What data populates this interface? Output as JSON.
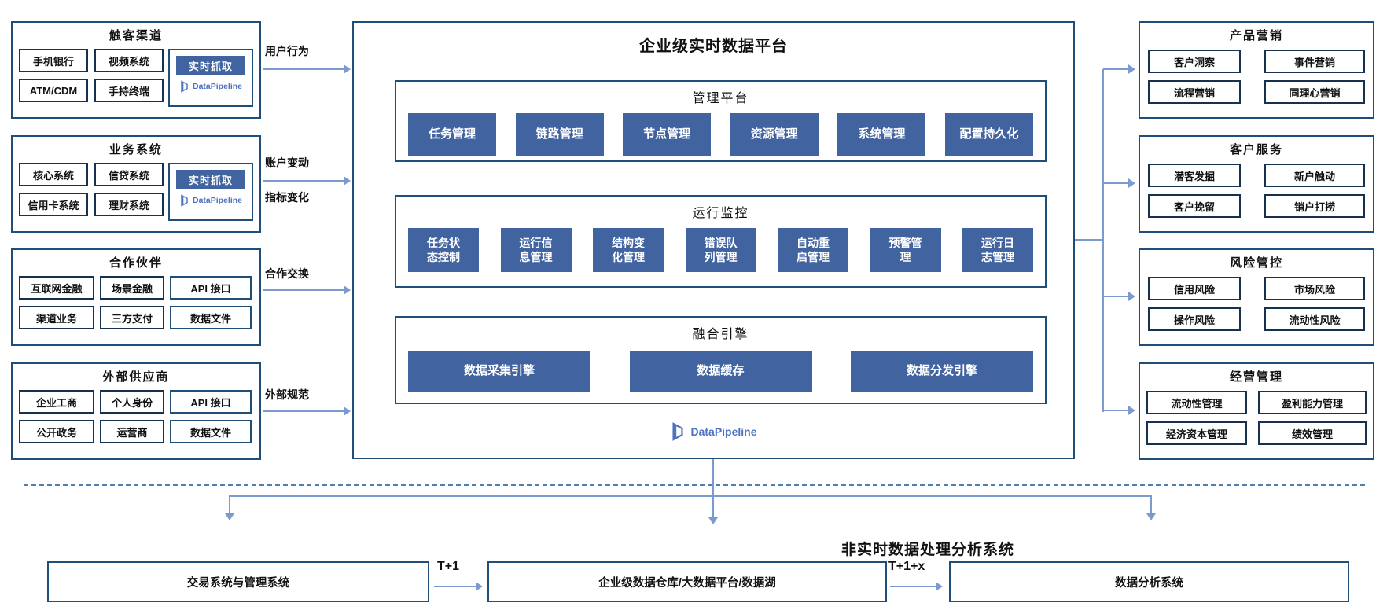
{
  "colors": {
    "panel_border": "#1f4e79",
    "item_border": "#16324f",
    "blue_fill": "#41639f",
    "arrow_blue": "#7d9ad0",
    "logo_blue": "#4e73c0",
    "dashed_blue": "#4d7fae"
  },
  "left_panels": [
    {
      "title": "触客渠道",
      "items": [
        "手机银行",
        "视频系统",
        "ATM/CDM",
        "手持终端"
      ],
      "capture_label": "实时抓取",
      "capture_logo": "DataPipeline"
    },
    {
      "title": "业务系统",
      "items": [
        "核心系统",
        "信贷系统",
        "信用卡系统",
        "理财系统"
      ],
      "capture_label": "实时抓取",
      "capture_logo": "DataPipeline"
    },
    {
      "title": "合作伙伴",
      "items": [
        "互联网金融",
        "场景金融",
        "渠道业务",
        "三方支付"
      ],
      "channels": [
        "API 接口",
        "数据文件"
      ]
    },
    {
      "title": "外部供应商",
      "items": [
        "企业工商",
        "个人身份",
        "公开政务",
        "运营商"
      ],
      "channels": [
        "API 接口",
        "数据文件"
      ]
    }
  ],
  "flow_labels": [
    "用户行为",
    "账户变动",
    "指标变化",
    "合作交换",
    "外部规范"
  ],
  "platform": {
    "title": "企业级实时数据平台",
    "logo_text": "DataPipeline",
    "sections": [
      {
        "title": "管理平台",
        "items": [
          "任务管理",
          "链路管理",
          "节点管理",
          "资源管理",
          "系统管理",
          "配置持久化"
        ]
      },
      {
        "title": "运行监控",
        "items": [
          [
            "任务状",
            "态控制"
          ],
          [
            "运行信",
            "息管理"
          ],
          [
            "结构变",
            "化管理"
          ],
          [
            "错误队",
            "列管理"
          ],
          [
            "自动重",
            "启管理"
          ],
          [
            "预警管",
            "理"
          ],
          [
            "运行日",
            "志管理"
          ]
        ]
      },
      {
        "title": "融合引擎",
        "items": [
          "数据采集引擎",
          "数据缓存",
          "数据分发引擎"
        ]
      }
    ]
  },
  "right_panels": [
    {
      "title": "产品营销",
      "items": [
        "客户洞察",
        "事件营销",
        "流程营销",
        "同理心营销"
      ]
    },
    {
      "title": "客户服务",
      "items": [
        "潜客发掘",
        "新户触动",
        "客户挽留",
        "销户打捞"
      ]
    },
    {
      "title": "风险管控",
      "items": [
        "信用风险",
        "市场风险",
        "操作风险",
        "流动性风险"
      ]
    },
    {
      "title": "经营管理",
      "items": [
        "流动性管理",
        "盈利能力管理",
        "经济资本管理",
        "绩效管理"
      ]
    }
  ],
  "bottom": {
    "title": "非实时数据处理分析系统",
    "boxes": [
      "交易系统与管理系统",
      "企业级数据仓库/大数据平台/数据湖",
      "数据分析系统"
    ],
    "arrow_labels": [
      "T+1",
      "T+1+x"
    ]
  }
}
